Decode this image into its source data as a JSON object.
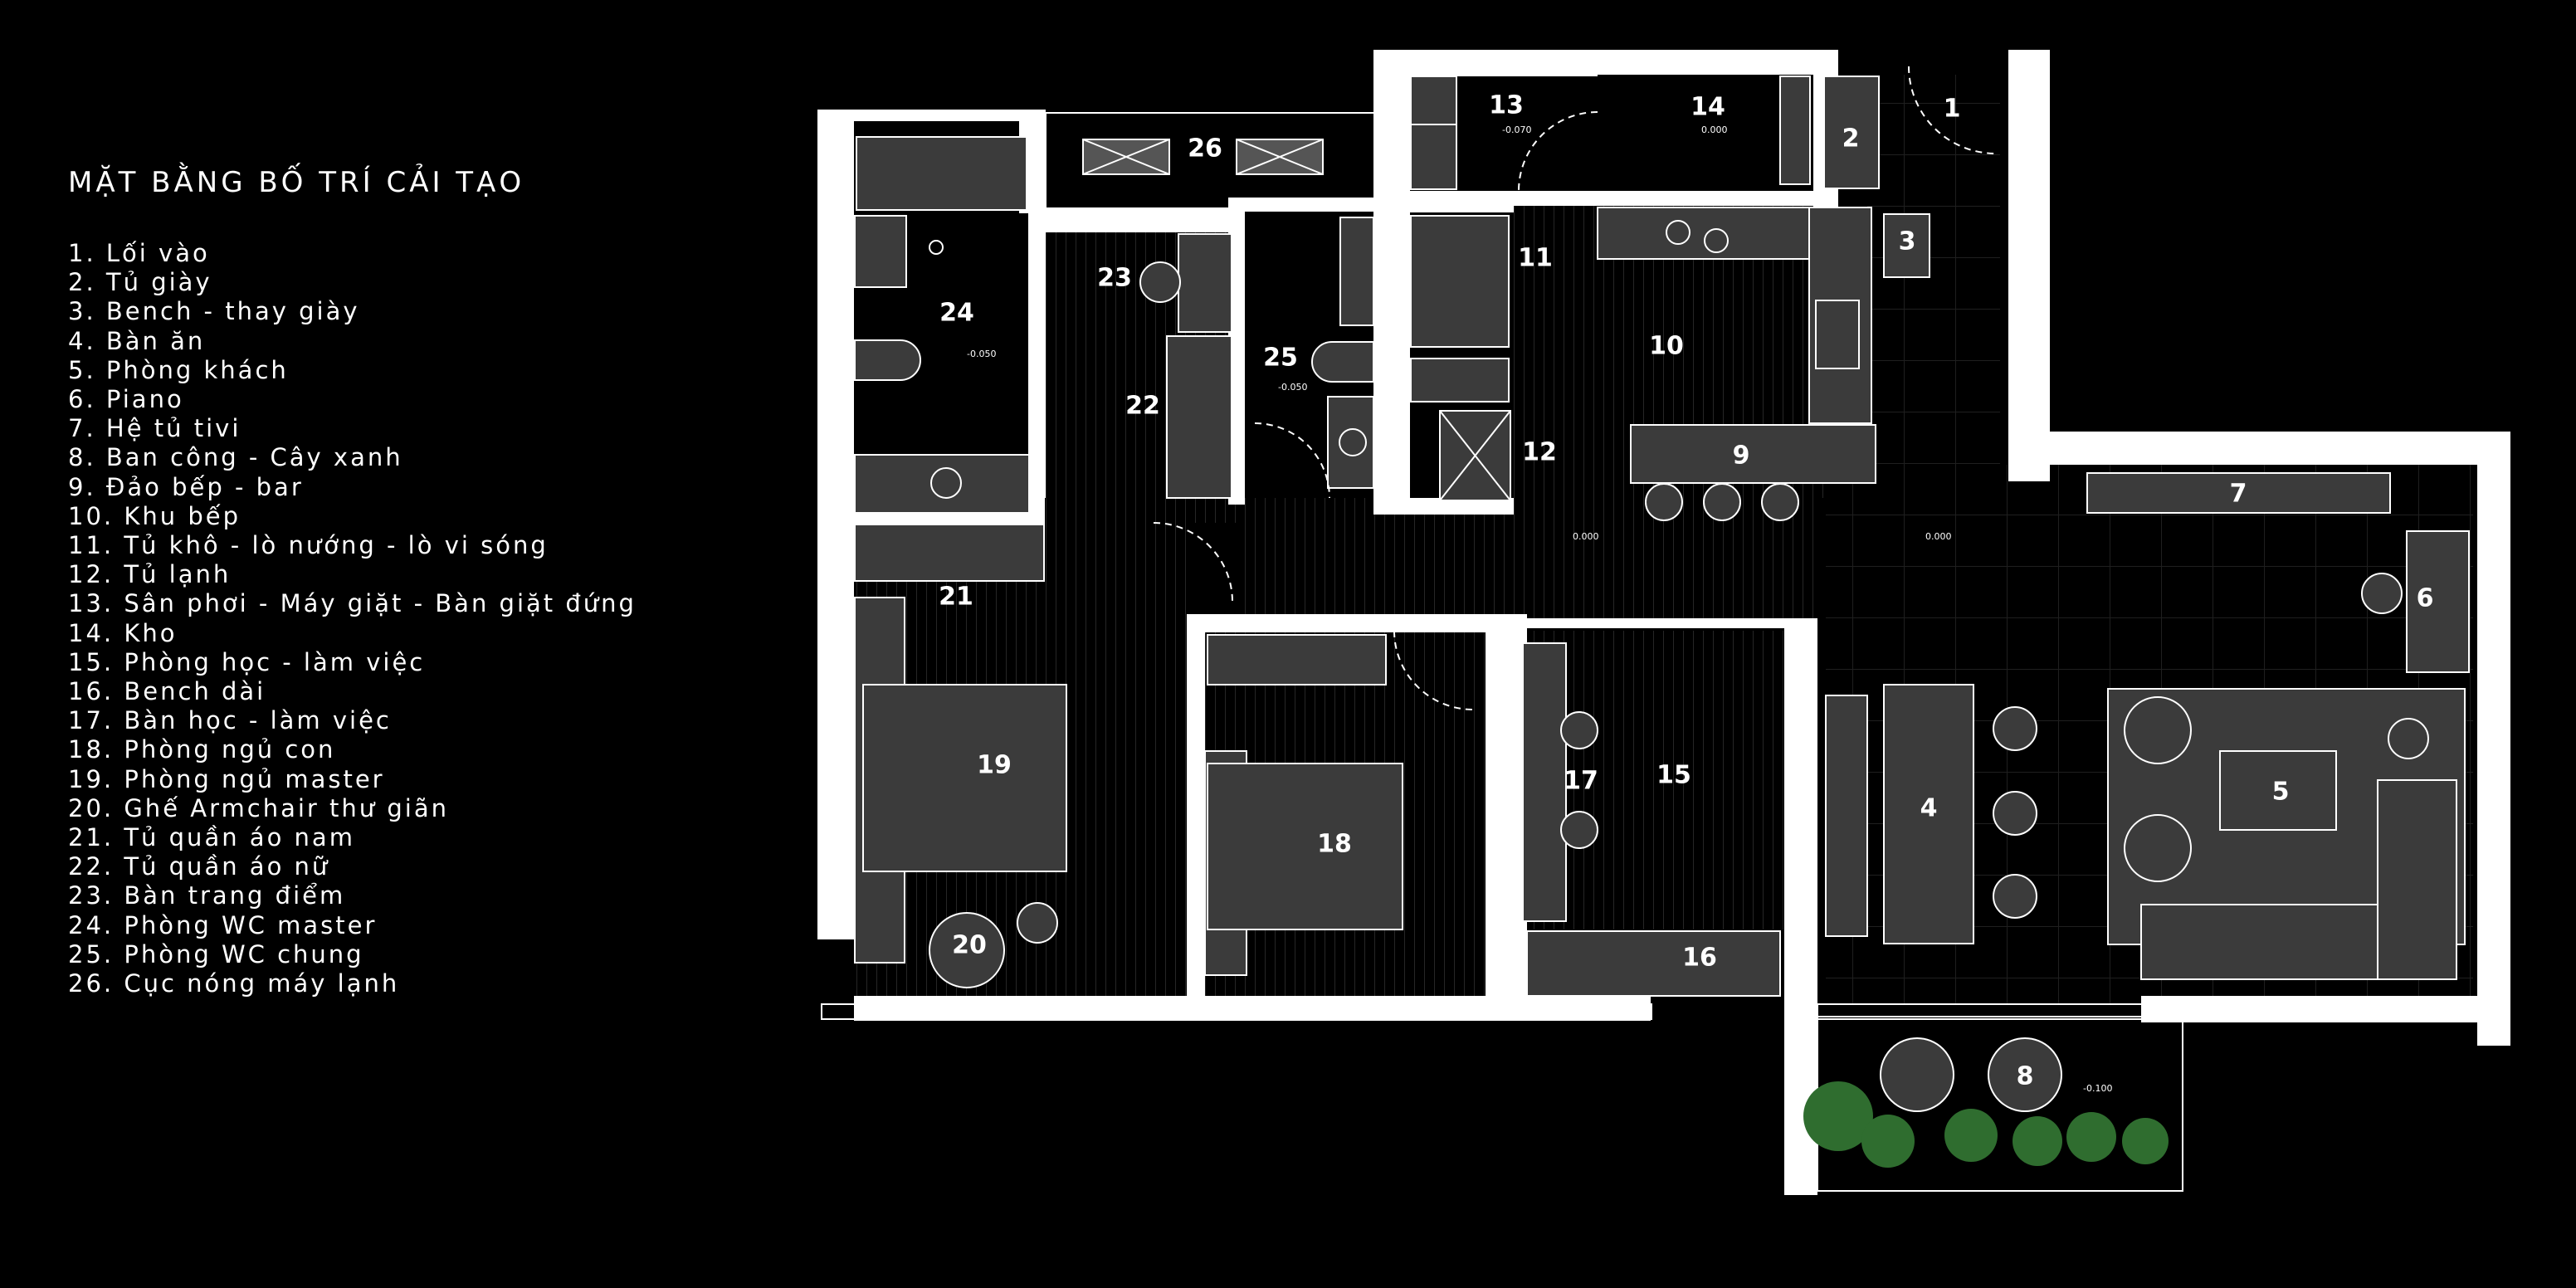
{
  "legend": {
    "title": "MẶT BẰNG BỐ TRÍ CẢI TẠO",
    "items": [
      "1. Lối vào",
      "2. Tủ giày",
      "3. Bench - thay giày",
      "4. Bàn ăn",
      "5. Phòng khách",
      "6. Piano",
      "7. Hệ tủ tivi",
      "8. Ban công - Cây xanh",
      "9. Đảo bếp - bar",
      "10. Khu bếp",
      "11. Tủ khô - lò nướng - lò vi sóng",
      "12. Tủ lạnh",
      "13. Sân phơi - Máy giặt - Bàn giặt đứng",
      "14. Kho",
      "15. Phòng học - làm việc",
      "16. Bench dài",
      "17. Bàn học - làm việc",
      "18. Phòng ngủ con",
      "19. Phòng ngủ master",
      "20. Ghế Armchair thư giãn",
      "21. Tủ quần áo nam",
      "22. Tủ quần áo nữ",
      "23. Bàn trang điểm",
      "24. Phòng WC master",
      "25. Phòng WC chung",
      "26. Cục nóng máy lạnh"
    ]
  },
  "plan": {
    "labels": {
      "l1": "1",
      "l2": "2",
      "l3": "3",
      "l4": "4",
      "l5": "5",
      "l6": "6",
      "l7": "7",
      "l8": "8",
      "l9": "9",
      "l10": "10",
      "l11": "11",
      "l12": "12",
      "l13": "13",
      "l14": "14",
      "l15": "15",
      "l16": "16",
      "l17": "17",
      "l18": "18",
      "l19": "19",
      "l20": "20",
      "l21": "21",
      "l22": "22",
      "l23": "23",
      "l24": "24",
      "l25": "25",
      "l26": "26"
    },
    "levels": {
      "wc_master": "-0.050",
      "wc_common": "-0.050",
      "laundry": "-0.070",
      "storage": "0.000",
      "kitchen": "0.000",
      "living": "0.000",
      "balcony": "-0.100"
    }
  }
}
